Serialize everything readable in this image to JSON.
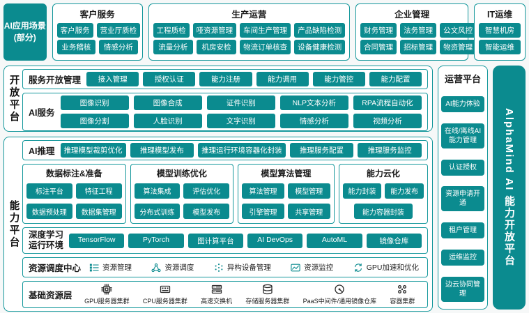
{
  "colors": {
    "teal": "#0b8b8f"
  },
  "app_scenarios": {
    "title_line1": "AI应用场景",
    "title_line2": "(部分)",
    "groups": [
      {
        "title": "客户服务",
        "row1": [
          "客户服务",
          "营业厅质检"
        ],
        "row2": [
          "业务稽核",
          "情感分析"
        ]
      },
      {
        "title": "生产运营",
        "row1": [
          "工程质检",
          "哑资源管理",
          "车间生产管理",
          "产品缺陷检测"
        ],
        "row2": [
          "流量分析",
          "机房安检",
          "物流订单核查",
          "设备健康检测"
        ]
      },
      {
        "title": "企业管理",
        "row1": [
          "财务管理",
          "法务管理",
          "公文风控"
        ],
        "row2": [
          "合同管理",
          "招标管理",
          "物资管理"
        ]
      },
      {
        "title": "IT运维",
        "row1": [
          "智慧机房"
        ],
        "row2": [
          "智能运维"
        ]
      }
    ]
  },
  "open_platform": {
    "label": "开放平台",
    "service_mgmt": {
      "title": "服务开放管理",
      "items": [
        "接入管理",
        "授权认证",
        "能力注册",
        "能力调用",
        "能力管控",
        "能力配置"
      ]
    },
    "ai_services": {
      "title": "AI服务",
      "row1": [
        "图像识别",
        "图像合成",
        "证件识别",
        "NLP文本分析",
        "RPA流程自动化"
      ],
      "row2": [
        "图像分割",
        "人脸识别",
        "文字识别",
        "情感分析",
        "视频分析"
      ]
    }
  },
  "capability_platform": {
    "label": "能力平台",
    "ai_inference": {
      "title": "AI推理",
      "items": [
        "推理模型裁剪优化",
        "推理模型发布",
        "推理运行环境容器化封装",
        "推理服务配置",
        "推理服务监控"
      ]
    },
    "data_prep": {
      "title": "数据标注&准备",
      "row1": [
        "标注平台",
        "特征工程"
      ],
      "row2": [
        "数据预处理",
        "数据集管理"
      ]
    },
    "training": {
      "title": "模型训练优化",
      "row1": [
        "算法集成",
        "评估优化"
      ],
      "row2": [
        "分布式训练",
        "模型发布"
      ]
    },
    "model_mgmt": {
      "title": "模型算法管理",
      "row1": [
        "算法管理",
        "模型管理"
      ],
      "row2": [
        "引擎管理",
        "共享管理"
      ]
    },
    "cloudification": {
      "title": "能力云化",
      "row1": [
        "能力封装",
        "能力发布"
      ],
      "row2": [
        "能力容器封装"
      ]
    },
    "dl_runtime": {
      "title_line1": "深度学习",
      "title_line2": "运行环境",
      "items": [
        "TensorFlow",
        "PyTorch",
        "图计算平台",
        "AI DevOps",
        "AutoML",
        "镜像仓库"
      ]
    },
    "scheduling": {
      "title": "资源调度中心",
      "items": [
        {
          "label": "资源管理",
          "icon": "resource-management-icon"
        },
        {
          "label": "资源调度",
          "icon": "resource-scheduling-icon"
        },
        {
          "label": "异构设备管理",
          "icon": "heterogeneous-device-icon"
        },
        {
          "label": "资源监控",
          "icon": "resource-monitoring-icon"
        },
        {
          "label": "GPU加速和优化",
          "icon": "gpu-acceleration-icon"
        }
      ]
    },
    "base_resources": {
      "title": "基础资源层",
      "items": [
        {
          "label": "GPU服务器集群",
          "icon": "gpu-cluster-icon"
        },
        {
          "label": "CPU服务器集群",
          "icon": "cpu-cluster-icon"
        },
        {
          "label": "高速交换机",
          "icon": "switch-icon"
        },
        {
          "label": "存储服务器集群",
          "icon": "storage-cluster-icon"
        },
        {
          "label": "PaaS中间件/通用镜像仓库",
          "icon": "paas-middleware-icon"
        },
        {
          "label": "容器集群",
          "icon": "container-cluster-icon"
        }
      ]
    }
  },
  "operations_platform": {
    "title": "运营平台",
    "items": [
      "AI能力体验",
      "在线/离线AI能力管理",
      "认证授权",
      "资源申请开通",
      "租户管理",
      "运维监控",
      "边云协同管理"
    ]
  },
  "banner": {
    "title": "AlphaMind AI 能力开放平台"
  }
}
